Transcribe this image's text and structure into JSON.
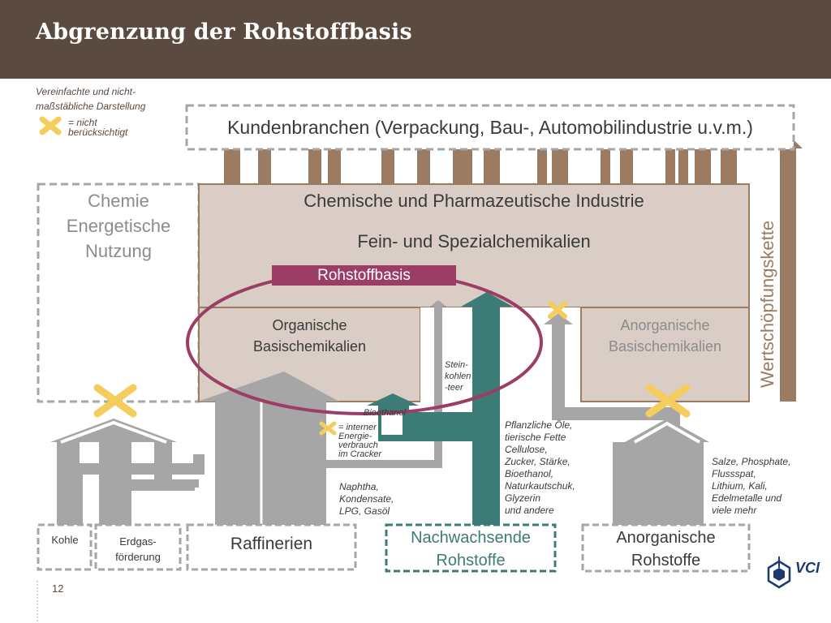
{
  "title": "Abgrenzung der Rohstoffbasis",
  "legend": {
    "note_line1": "Vereinfachte und nicht-",
    "note_line2": "maßstäbliche Darstellung",
    "not_considered_line1": "= nicht",
    "not_considered_line2": "berücksichtigt"
  },
  "customers": "Kundenbranchen (Verpackung, Bau-, Automobilindustrie u.v.m.)",
  "energy_use": {
    "line1": "Chemie",
    "line2": "Energetische",
    "line3": "Nutzung"
  },
  "chem_industry": "Chemische und Pharmazeutische Industrie",
  "fine_chem": "Fein- und Spezialchemikalien",
  "raw_material_base": "Rohstoffbasis",
  "organic": {
    "line1": "Organische",
    "line2": "Basischemikalien"
  },
  "inorganic": {
    "line1": "Anorganische",
    "line2": "Basischemikalien"
  },
  "value_chain": "Wertschöpfungskette",
  "coal_tar": {
    "line1": "Stein-",
    "line2": "kohlen",
    "line3": "-teer"
  },
  "bioethanol": "Bioethanol",
  "internal_energy": {
    "line1": "= interner",
    "line2": "Energie-",
    "line3": "verbrauch",
    "line4": "im Cracker"
  },
  "naphtha": {
    "line1": "Naphtha,",
    "line2": "Kondensate,",
    "line3": "LPG, Gasöl"
  },
  "renewables_list": {
    "line1": "Pflanzliche Öle,",
    "line2": "tierische Fette",
    "line3": "Cellulose,",
    "line4": "Zucker, Stärke,",
    "line5": "Bioethanol,",
    "line6": "Naturkautschuk,",
    "line7": "Glyzerin",
    "line8": "und andere"
  },
  "minerals_list": {
    "line1": "Salze, Phosphate,",
    "line2": "Flussspat,",
    "line3": "Lithium, Kali,",
    "line4": "Edelmetalle und",
    "line5": "viele mehr"
  },
  "sources": {
    "coal": "Kohle",
    "gas": {
      "line1": "Erdgas-",
      "line2": "förderung"
    },
    "refineries": "Raffinerien",
    "renewables": {
      "line1": "Nachwachsende",
      "line2": "Rohstoffe"
    },
    "inorganic_raw": {
      "line1": "Anorganische",
      "line2": "Rohstoffe"
    }
  },
  "logo": "VCI",
  "page_number": "12",
  "colors": {
    "header": "#5b4a3f",
    "box": "#d9cdc6",
    "brown": "#9c7b63",
    "gray": "#999999",
    "teal": "#3d7b76",
    "magenta": "#9b3d65",
    "cross": "#f4cd5c"
  }
}
